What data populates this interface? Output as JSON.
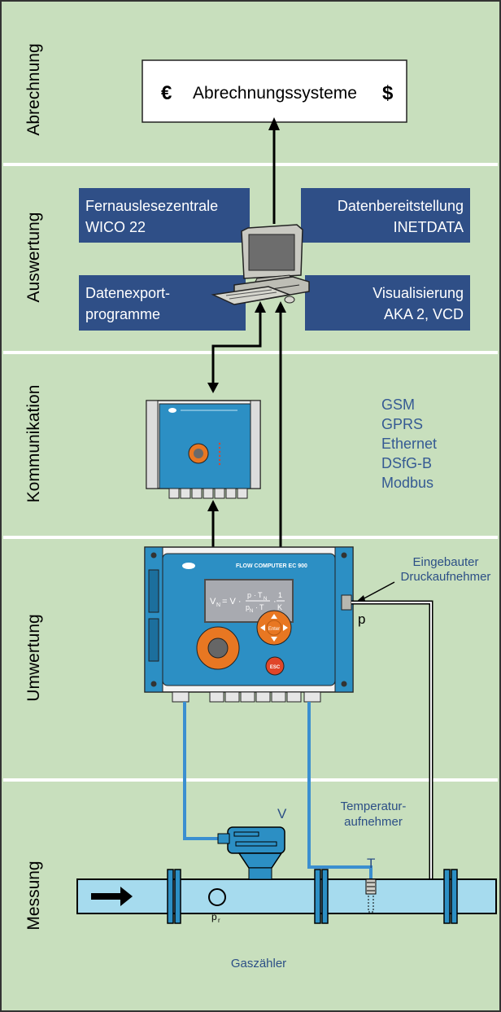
{
  "sections": [
    {
      "id": "abrechnung",
      "label": "Abrechnung"
    },
    {
      "id": "auswertung",
      "label": "Auswertung"
    },
    {
      "id": "kommunikation",
      "label": "Kommunikation"
    },
    {
      "id": "umwertung",
      "label": "Umwertung"
    },
    {
      "id": "messung",
      "label": "Messung"
    }
  ],
  "billing": {
    "currency_left": "€",
    "title": "Abrechnungssysteme",
    "currency_right": "$"
  },
  "evaluation_boxes": {
    "remote_readout": {
      "line1": "Fernauslesezentrale",
      "line2": "WICO 22"
    },
    "data_provision": {
      "line1": "Datenbereitstellung",
      "line2": "INETDATA"
    },
    "data_export": {
      "line1": "Datenexport-",
      "line2": "programme"
    },
    "visualization": {
      "line1": "Visualisierung",
      "line2": "AKA 2, VCD"
    }
  },
  "communication_protocols": [
    "GSM",
    "GPRS",
    "Ethernet",
    "DSfG-B",
    "Modbus"
  ],
  "device": {
    "brand": "FLOW COMPUTER EC 900",
    "enter_label": "Enter",
    "esc_label": "ESC",
    "formula": {
      "v_n": "V",
      "v_sub": "N",
      "eq": "= V ·",
      "p": "p",
      "t_n": "T",
      "t_sub": "N",
      "p_n": "p",
      "p_sub": "N",
      "t": "T",
      "one": "1",
      "k": "K"
    }
  },
  "callouts": {
    "pressure_sensor_line1": "Eingebauter",
    "pressure_sensor_line2": "Druckaufnehmer",
    "pressure_symbol": "p",
    "temperature_sensor_line1": "Temperatur-",
    "temperature_sensor_line2": "aufnehmer",
    "temperature_symbol": "T",
    "volume_symbol": "V",
    "meter_pressure_symbol": "p",
    "meter_pressure_sub": "r",
    "gas_meter_label": "Gaszähler"
  },
  "colors": {
    "background": "#c8dfbd",
    "box_blue": "#2f4f87",
    "device_blue": "#2c8fc4",
    "pipe_blue": "#a6dbee",
    "orange": "#e87722",
    "text_blue": "#355a93"
  }
}
